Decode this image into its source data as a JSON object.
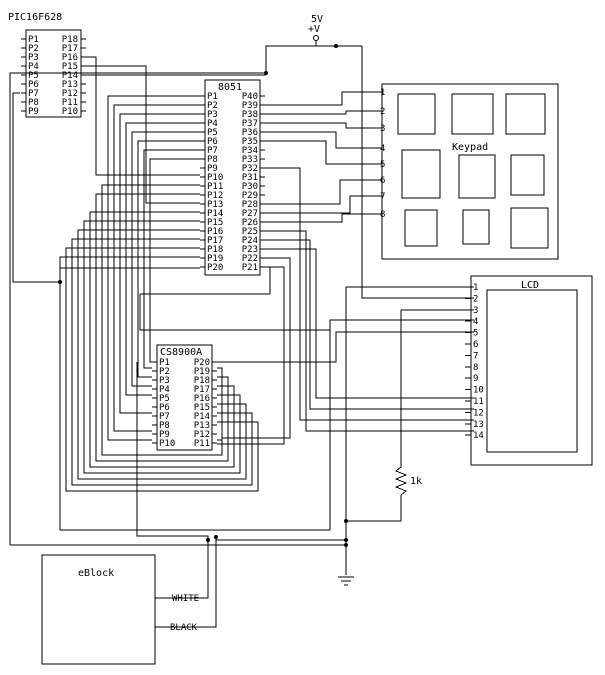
{
  "supply": {
    "voltage": "5V",
    "rail": "+V"
  },
  "pic": {
    "title": "PIC16F628",
    "left": [
      "P1",
      "P2",
      "P3",
      "P4",
      "P5",
      "P6",
      "P7",
      "P8",
      "P9"
    ],
    "right": [
      "P18",
      "P17",
      "P16",
      "P15",
      "P14",
      "P13",
      "P12",
      "P11",
      "P10"
    ]
  },
  "mcu8051": {
    "title": "8051",
    "left": [
      "P1",
      "P2",
      "P3",
      "P4",
      "P5",
      "P6",
      "P7",
      "P8",
      "P9",
      "P10",
      "P11",
      "P12",
      "P13",
      "P14",
      "P15",
      "P16",
      "P17",
      "P18",
      "P19",
      "P20"
    ],
    "right": [
      "P40",
      "P39",
      "P38",
      "P37",
      "P36",
      "P35",
      "P34",
      "P33",
      "P32",
      "P31",
      "P30",
      "P29",
      "P28",
      "P27",
      "P26",
      "P25",
      "P24",
      "P23",
      "P22",
      "P21"
    ]
  },
  "cs8900a": {
    "title": "CS8900A",
    "left": [
      "P1",
      "P2",
      "P3",
      "P4",
      "P5",
      "P6",
      "P7",
      "P8",
      "P9",
      "P10"
    ],
    "right": [
      "P20",
      "P19",
      "P18",
      "P17",
      "P16",
      "P15",
      "P14",
      "P13",
      "P12",
      "P11"
    ]
  },
  "keypad": {
    "title": "Keypad",
    "pins": [
      "1",
      "2",
      "3",
      "4",
      "5",
      "6",
      "7",
      "8"
    ]
  },
  "lcd": {
    "title": "LCD",
    "pins": [
      "1",
      "2",
      "3",
      "4",
      "5",
      "6",
      "7",
      "8",
      "9",
      "10",
      "11",
      "12",
      "13",
      "14"
    ]
  },
  "resistor": {
    "value": "1k"
  },
  "eblock": {
    "title": "eBlock",
    "wires": [
      "WHITE",
      "BLACK"
    ]
  }
}
